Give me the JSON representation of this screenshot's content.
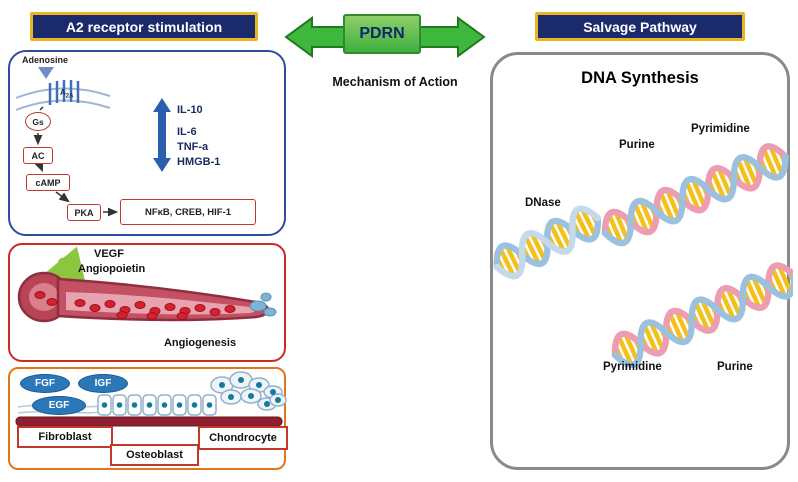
{
  "headers": {
    "left": "A2 receptor stimulation",
    "right": "Salvage Pathway"
  },
  "center": {
    "title": "PDRN",
    "subtitle": "Mechanism of Action"
  },
  "signaling": {
    "adenosine": "Adenosine",
    "receptor_main": "A",
    "receptor_sub": "2A",
    "gs": "Gs",
    "ac": "AC",
    "camp": "cAMP",
    "pka": "PKA",
    "transcription_factors": "NFκB, CREB, HIF-1",
    "cytokine_up": "IL-10",
    "cytokines_down": [
      "IL-6",
      "TNF-a",
      "HMGB-1"
    ]
  },
  "angiogenesis": {
    "vegf": "VEGF",
    "angiopoietin": "Angiopoietin",
    "caption": "Angiogenesis"
  },
  "growth_factors": {
    "fgf": "FGF",
    "igf": "IGF",
    "egf": "EGF",
    "fibroblast": "Fibroblast",
    "osteoblast": "Osteoblast",
    "chondrocyte": "Chondrocyte"
  },
  "dna_synthesis": {
    "title": "DNA Synthesis",
    "dnase": "DNase",
    "top_left_label": "Purine",
    "top_right_label": "Pyrimidine",
    "bottom_left_label": "Pyrimidine",
    "bottom_right_label": "Purine"
  },
  "colors": {
    "header_bg": "#1b2a6b",
    "header_border": "#e8b423",
    "pdrn_green": "#3fae3f",
    "cytokine_arrow_blue": "#2b5fae",
    "red_box_border": "#c0392b",
    "panel_blue_border": "#2e4d9e",
    "panel_red_border": "#cc2a2a",
    "panel_orange_border": "#e2761b",
    "vessel_red": "#c35063",
    "growth_factor_blue": "#2a78b8",
    "base_pair_yellow": "#f3c01c",
    "strand_pink": "#ec9db2",
    "strand_blue": "#9cc1df",
    "strand_light_blue": "#c3d9ec"
  }
}
